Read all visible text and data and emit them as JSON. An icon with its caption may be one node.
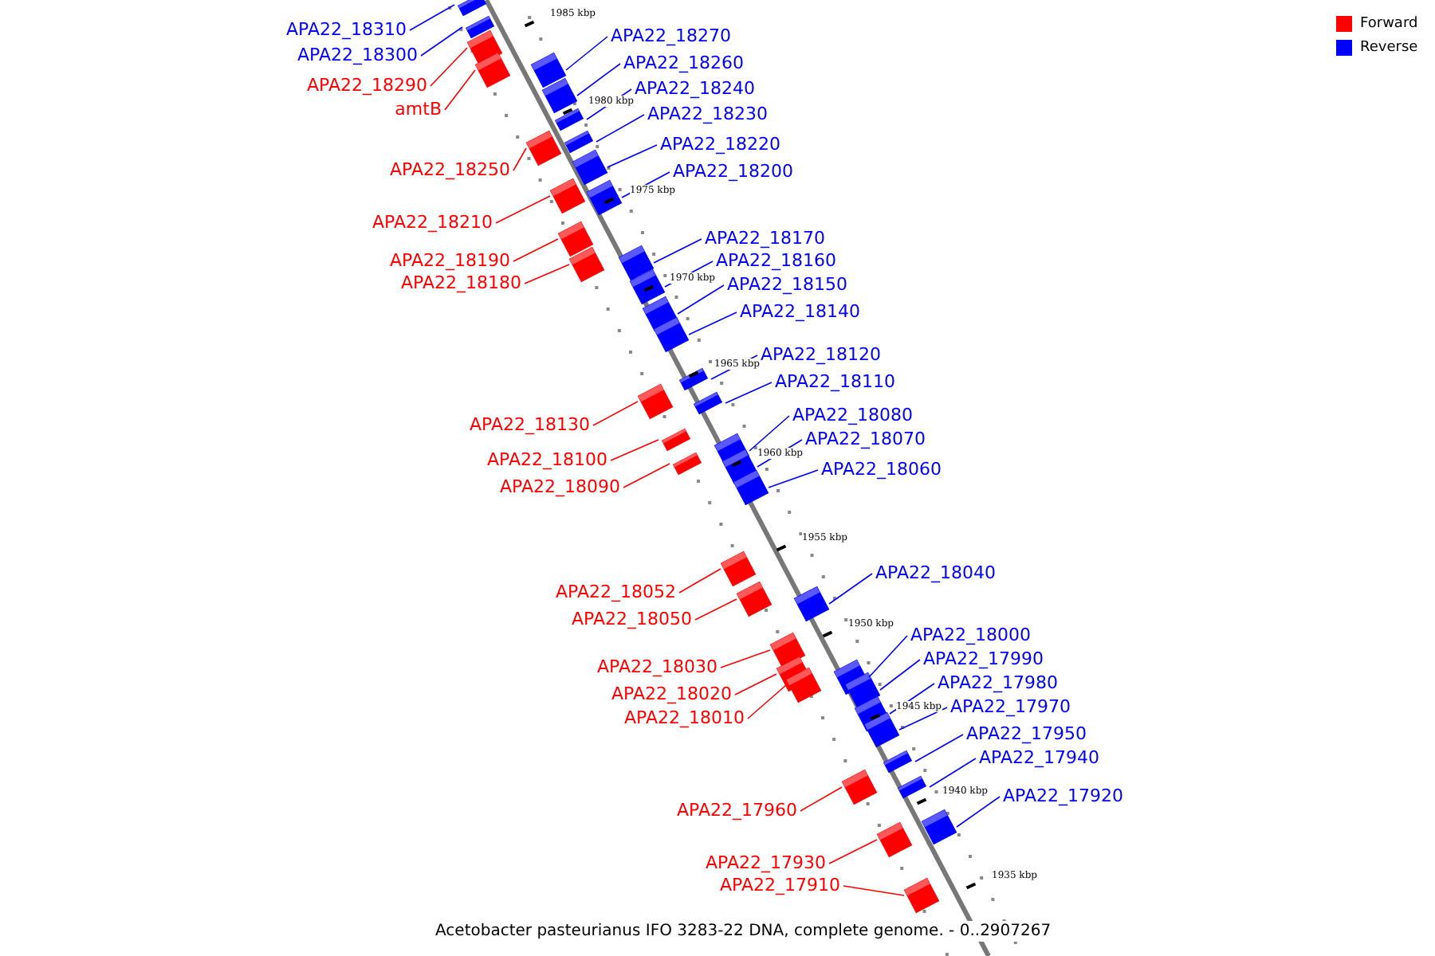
{
  "diagram": {
    "caption": "Acetobacter pasteurianus IFO 3283-22 DNA, complete genome. - 0..2907267",
    "nodes": [
      {
        "text": [
          "APA22_18310"
        ]
      },
      {
        "text": [
          "APA22_18270"
        ]
      },
      {
        "text": [
          "APA22_18300"
        ]
      },
      {
        "text": [
          "APA22_18260"
        ]
      },
      {
        "text": [
          "APA22_18290"
        ]
      },
      {
        "text": [
          "APA22_18240"
        ]
      },
      {
        "text": [
          "amtB"
        ]
      },
      {
        "text": [
          "APA22_18230"
        ]
      },
      {
        "text": [
          "APA22_18220"
        ]
      },
      {
        "text": [
          "APA22_18250"
        ]
      },
      {
        "text": [
          "APA22_18200"
        ]
      },
      {
        "text": [
          "APA22_18210"
        ]
      },
      {
        "text": [
          "APA22_18170"
        ]
      },
      {
        "text": [
          "APA22_18190"
        ]
      },
      {
        "text": [
          "APA22_18160"
        ]
      },
      {
        "text": [
          "APA22_18180"
        ]
      },
      {
        "text": [
          "APA22_18150"
        ]
      },
      {
        "text": [
          "APA22_18140"
        ]
      },
      {
        "text": [
          "APA22_18120"
        ]
      },
      {
        "text": [
          "APA22_18110"
        ]
      },
      {
        "text": [
          "APA22_18080"
        ]
      },
      {
        "text": [
          "APA22_18130"
        ]
      },
      {
        "text": [
          "APA22_18070"
        ]
      },
      {
        "text": [
          "APA22_18100"
        ]
      },
      {
        "text": [
          "APA22_18060"
        ]
      },
      {
        "text": [
          "APA22_18090"
        ]
      },
      {
        "text": [
          "APA22_18040"
        ]
      },
      {
        "text": [
          "APA22_18052"
        ]
      },
      {
        "text": [
          "APA22_18050"
        ]
      },
      {
        "text": [
          "APA22_18000"
        ]
      },
      {
        "text": [
          "APA22_17990"
        ]
      },
      {
        "text": [
          "APA22_18030"
        ]
      },
      {
        "text": [
          "APA22_17980"
        ]
      },
      {
        "text": [
          "APA22_18020"
        ]
      },
      {
        "text": [
          "APA22_17970"
        ]
      },
      {
        "text": [
          "APA22_18010"
        ]
      },
      {
        "text": [
          "APA22_17950"
        ]
      },
      {
        "text": [
          "APA22_17940"
        ]
      },
      {
        "text": [
          "APA22_17920"
        ]
      },
      {
        "text": [
          "APA22_17960"
        ]
      },
      {
        "text": [
          "APA22_17930"
        ]
      },
      {
        "text": [
          "APA22_17910"
        ]
      },
      {
        "text": [],
        "shape": "box"
      },
      {
        "text": [],
        "shape": "box"
      },
      {
        "text": [],
        "shape": "box"
      },
      {
        "text": [],
        "shape": "box"
      },
      {
        "text": [],
        "shape": "box"
      },
      {
        "text": [],
        "shape": "box"
      },
      {
        "text": [],
        "shape": "box"
      },
      {
        "text": [],
        "shape": "box"
      },
      {
        "text": [],
        "shape": "box"
      },
      {
        "text": [],
        "shape": "box"
      },
      {
        "text": [],
        "shape": "box"
      },
      {
        "text": [],
        "shape": "box"
      },
      {
        "text": [],
        "shape": "box"
      },
      {
        "text": [],
        "shape": "box"
      },
      {
        "text": [],
        "shape": "box"
      },
      {
        "text": [],
        "shape": "box"
      },
      {
        "text": [],
        "shape": "box"
      },
      {
        "text": [],
        "shape": "box"
      },
      {
        "text": [],
        "shape": "box"
      },
      {
        "text": [],
        "shape": "box"
      },
      {
        "text": [],
        "shape": "box"
      },
      {
        "text": [],
        "shape": "box"
      },
      {
        "text": [],
        "shape": "box"
      },
      {
        "text": [],
        "shape": "box"
      },
      {
        "text": [],
        "shape": "box"
      },
      {
        "text": [],
        "shape": "box"
      },
      {
        "text": [],
        "shape": "box"
      },
      {
        "text": [],
        "shape": "box"
      },
      {
        "text": [],
        "shape": "box"
      },
      {
        "text": [],
        "shape": "box"
      },
      {
        "text": [],
        "shape": "box"
      },
      {
        "text": [],
        "shape": "box"
      },
      {
        "text": [],
        "shape": "box"
      },
      {
        "text": [],
        "shape": "box"
      },
      {
        "text": [],
        "shape": "box"
      },
      {
        "text": [],
        "shape": "box"
      },
      {
        "text": [],
        "shape": "box"
      },
      {
        "text": [],
        "shape": "box"
      },
      {
        "text": [],
        "shape": "box"
      },
      {
        "text": [],
        "shape": "box"
      },
      {
        "text": [],
        "shape": "box"
      },
      {
        "text": [],
        "shape": "box"
      }
    ],
    "edges": [
      {
        "from": 0,
        "to": 42,
        "arrow": "none"
      },
      {
        "from": 1,
        "to": 43,
        "arrow": "none"
      },
      {
        "from": 2,
        "to": 44,
        "arrow": "none"
      },
      {
        "from": 3,
        "to": 45,
        "arrow": "none"
      },
      {
        "from": 4,
        "to": 46,
        "arrow": "none",
        "color": "#ff0000"
      },
      {
        "from": 5,
        "to": 47,
        "arrow": "none"
      },
      {
        "from": 6,
        "to": 48,
        "arrow": "none",
        "color": "#ff0000"
      },
      {
        "from": 7,
        "to": 49,
        "arrow": "none"
      },
      {
        "from": 8,
        "to": 50,
        "arrow": "none"
      },
      {
        "from": 9,
        "to": 51,
        "arrow": "none",
        "color": "#ff0000"
      },
      {
        "from": 10,
        "to": 52,
        "arrow": "none"
      },
      {
        "from": 11,
        "to": 53,
        "arrow": "none",
        "color": "#ff0000"
      },
      {
        "from": 12,
        "to": 54,
        "arrow": "none"
      },
      {
        "from": 13,
        "to": 55,
        "arrow": "none",
        "color": "#ff0000"
      },
      {
        "from": 14,
        "to": 56,
        "arrow": "none"
      },
      {
        "from": 15,
        "to": 57,
        "arrow": "none",
        "color": "#ff0000"
      },
      {
        "from": 16,
        "to": 58,
        "arrow": "none"
      },
      {
        "from": 17,
        "to": 59,
        "arrow": "none"
      },
      {
        "from": 18,
        "to": 60,
        "arrow": "none"
      },
      {
        "from": 19,
        "to": 61,
        "arrow": "none"
      },
      {
        "from": 20,
        "to": 62,
        "arrow": "none"
      },
      {
        "from": 21,
        "to": 63,
        "arrow": "none",
        "color": "#ff0000"
      },
      {
        "from": 22,
        "to": 64,
        "arrow": "none"
      },
      {
        "from": 23,
        "to": 65,
        "arrow": "none",
        "color": "#ff0000"
      },
      {
        "from": 24,
        "to": 66,
        "arrow": "none"
      },
      {
        "from": 25,
        "to": 67,
        "arrow": "none",
        "color": "#ff0000"
      },
      {
        "from": 26,
        "to": 68,
        "arrow": "none"
      },
      {
        "from": 27,
        "to": 69,
        "arrow": "none",
        "color": "#ff0000"
      },
      {
        "from": 28,
        "to": 70,
        "arrow": "none",
        "color": "#ff0000"
      },
      {
        "from": 29,
        "to": 71,
        "arrow": "none"
      },
      {
        "from": 30,
        "to": 72,
        "arrow": "none"
      },
      {
        "from": 31,
        "to": 73,
        "arrow": "none",
        "color": "#ff0000"
      },
      {
        "from": 32,
        "to": 74,
        "arrow": "none"
      },
      {
        "from": 33,
        "to": 75,
        "arrow": "none",
        "color": "#ff0000"
      },
      {
        "from": 34,
        "to": 76,
        "arrow": "none"
      },
      {
        "from": 35,
        "to": 77,
        "arrow": "none",
        "color": "#ff0000"
      },
      {
        "from": 36,
        "to": 78,
        "arrow": "none"
      },
      {
        "from": 37,
        "to": 79,
        "arrow": "none"
      },
      {
        "from": 38,
        "to": 80,
        "arrow": "none"
      },
      {
        "from": 39,
        "to": 81,
        "arrow": "none",
        "color": "#ff0000"
      },
      {
        "from": 40,
        "to": 82,
        "arrow": "none",
        "color": "#ff0000"
      },
      {
        "from": 41,
        "to": 83,
        "arrow": "none",
        "color": "#ff0000"
      }
    ],
    "labels": [
      "1985 kbp",
      "1980 kbp",
      "1975 kbp",
      "1970 kbp",
      "1965 kbp",
      "1960 kbp",
      "1955 kbp",
      "1950 kbp",
      "1945 kbp",
      "1940 kbp",
      "1935 kbp"
    ],
    "legend": [
      {
        "text": "Forward",
        "color": "#ff0000"
      },
      {
        "text": "Reverse",
        "color": "#0000ff"
      }
    ]
  }
}
